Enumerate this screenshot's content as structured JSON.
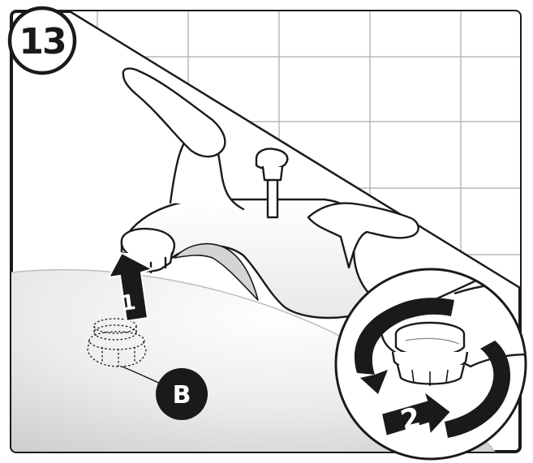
{
  "step": {
    "number": "13"
  },
  "labels": {
    "part": "B",
    "arrow_first": "1",
    "arrow_second": "2"
  },
  "icons": [
    "faucet-illustration",
    "aerator-part",
    "up-arrow",
    "rotation-arrow"
  ],
  "colors": {
    "ink": "#1a1a1a",
    "tile_line": "#b8b8b8",
    "basin_shade": "#d9d9d9",
    "paper": "#ffffff"
  }
}
